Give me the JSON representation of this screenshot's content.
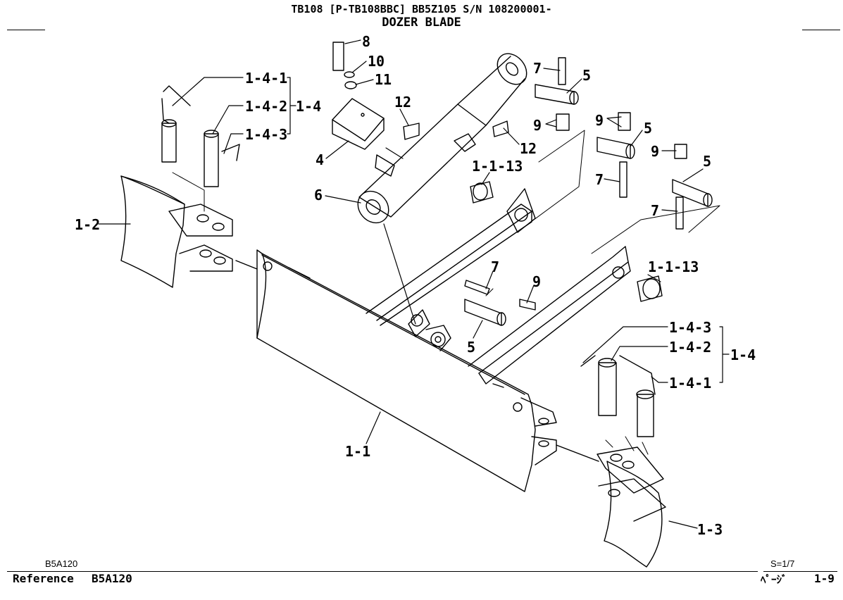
{
  "header": {
    "model_line": "TB108 [P-TB108BBC] BB5Z105  S/N  108200001-",
    "title": "DOZER BLADE"
  },
  "footer": {
    "ref_code_small": "B5A120",
    "ref_label": "Reference",
    "ref_code": "B5A120",
    "sheet": "S=1/7",
    "page_label": "ﾍﾟｰｼﾞ",
    "page_no": "1-9"
  },
  "callouts": {
    "p1_4_1_top": "1-4-1",
    "p1_4_2_top": "1-4-2",
    "p1_4_top": "1-4",
    "p1_4_3_top": "1-4-3",
    "p1_2": "1-2",
    "p8": "8",
    "p10": "10",
    "p11": "11",
    "p12_a": "12",
    "p4": "4",
    "p6": "6",
    "p12_b": "12",
    "p1_1_13_a": "1-1-13",
    "p7_a": "7",
    "p5_a": "5",
    "p9_a": "9",
    "p9_b": "9",
    "p5_b": "5",
    "p7_b": "7",
    "p9_c": "9",
    "p5_c": "5",
    "p7_c": "7",
    "p1_1_13_b": "1-1-13",
    "p7_d": "7",
    "p9_d": "9",
    "p5_d": "5",
    "p1_4_3_bot": "1-4-3",
    "p1_4_2_bot": "1-4-2",
    "p1_4_bot": "1-4",
    "p1_4_1_bot": "1-4-1",
    "p1_1": "1-1",
    "p1_3": "1-3"
  }
}
